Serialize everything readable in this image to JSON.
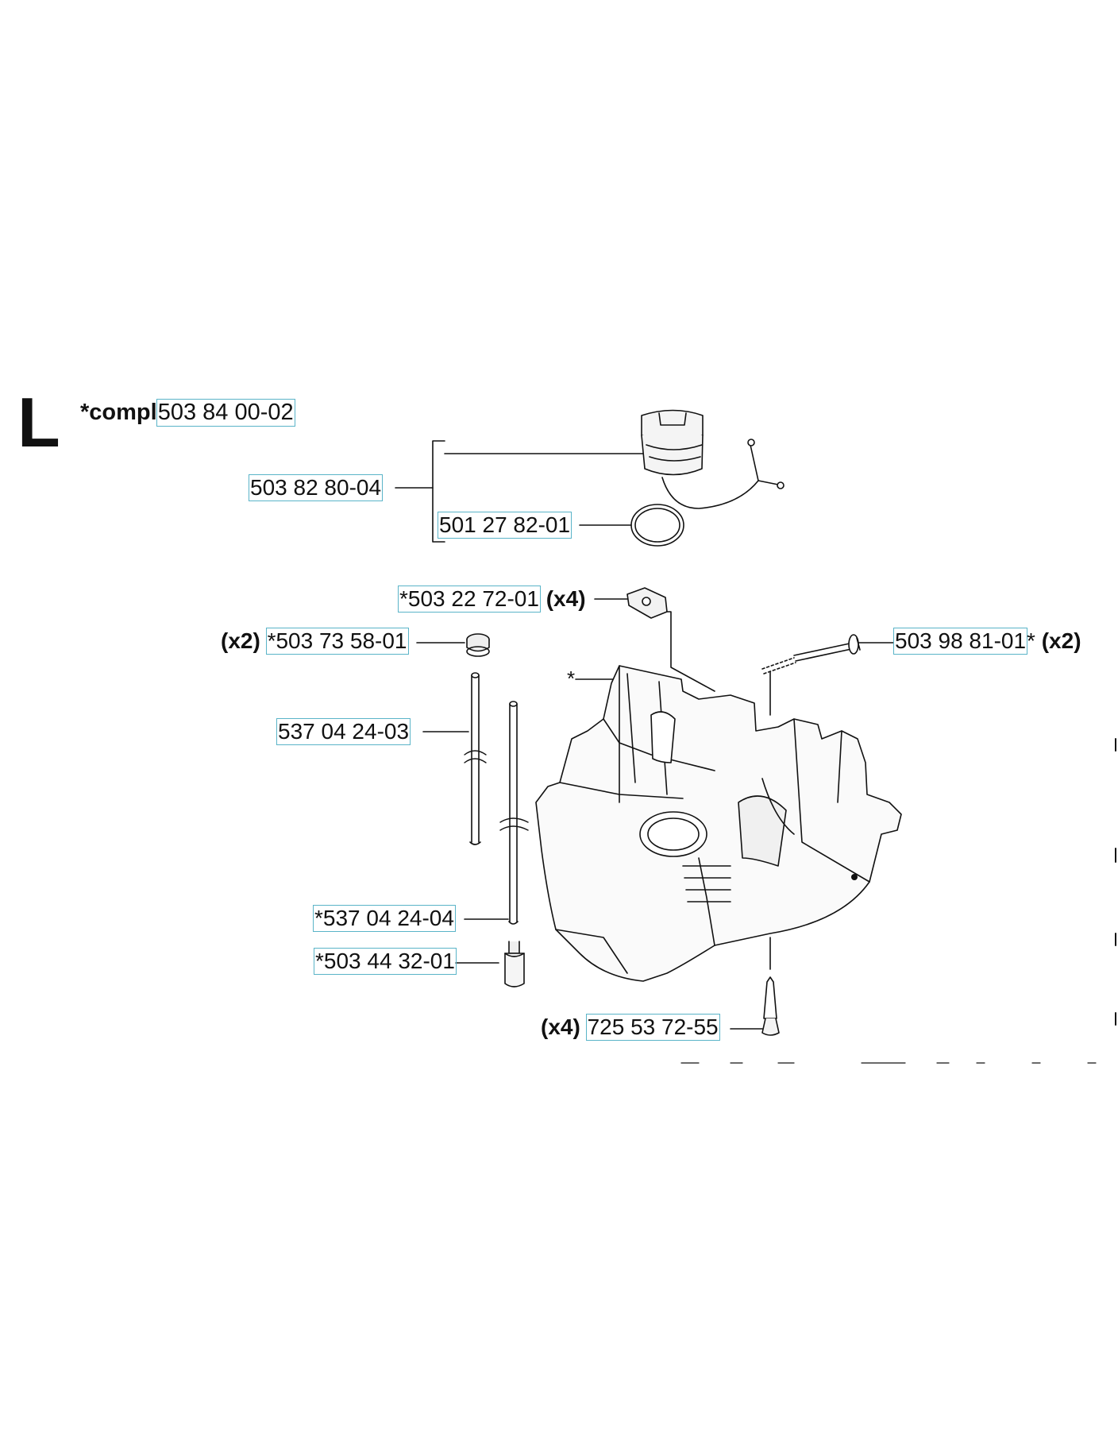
{
  "section_letter": "L",
  "compl_prefix": "*compl",
  "parts": {
    "assembly": "503 84 00-02",
    "fuel_cap": "503 82 80-04",
    "o_ring": "501 27 82-01",
    "retainer": "*503 22 72-01",
    "retainer_qty": "(x4)",
    "grommet": "*503 73 58-01",
    "grommet_qty": "(x2)",
    "bolt": "503 98 81-01",
    "bolt_suffix": "*",
    "bolt_qty": "(x2)",
    "hose_1": "537 04 24-03",
    "hose_2": "*537 04 24-04",
    "fuel_filter": "*503 44 32-01",
    "screw": "725 53 72-55",
    "screw_qty": "(x4)"
  },
  "asterisk_marker": "*"
}
